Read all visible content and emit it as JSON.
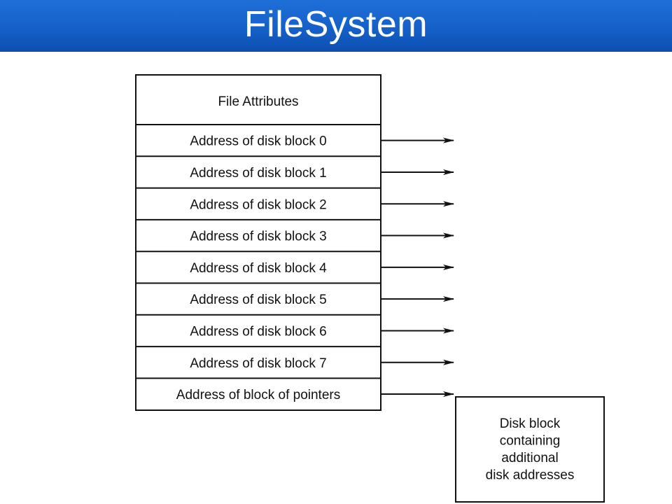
{
  "slide": {
    "title": "FileSystem"
  },
  "inode": {
    "header": "File Attributes",
    "entries": [
      "Address of disk block 0",
      "Address of disk block 1",
      "Address of disk block 2",
      "Address of disk block 3",
      "Address of disk block 4",
      "Address of disk block 5",
      "Address of disk block 6",
      "Address of disk block 7",
      "Address of block of pointers"
    ]
  },
  "pointer_block": {
    "lines": [
      "Disk block",
      "containing",
      "additional",
      "disk addresses"
    ]
  },
  "colors": {
    "title_bar": "#1560c8",
    "title_text": "#ffffff",
    "stroke": "#111111"
  }
}
